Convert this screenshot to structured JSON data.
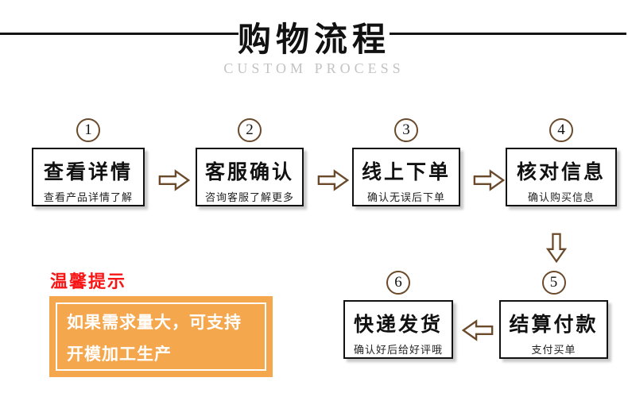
{
  "header": {
    "title": "购物流程",
    "subtitle": "CUSTOM PROCESS"
  },
  "steps": [
    {
      "num": "1",
      "title": "查看详情",
      "desc": "查看产品详情了解"
    },
    {
      "num": "2",
      "title": "客服确认",
      "desc": "咨询客服了解更多"
    },
    {
      "num": "3",
      "title": "线上下单",
      "desc": "确认无误后下单"
    },
    {
      "num": "4",
      "title": "核对信息",
      "desc": "确认购买信息"
    },
    {
      "num": "5",
      "title": "结算付款",
      "desc": "支付买单"
    },
    {
      "num": "6",
      "title": "快递发货",
      "desc": "确认好后给好评哦"
    }
  ],
  "flow": {
    "arrows": [
      "right",
      "right",
      "right",
      "down",
      "left"
    ]
  },
  "tips": {
    "label": "温馨提示",
    "text": "如果需求量大，可支持开模加工生产"
  },
  "colors": {
    "accent_brown": "#6b4a2b",
    "box_border": "#111111",
    "tip_red": "#f71515",
    "tip_orange": "#f5a74e",
    "subtitle_gray": "#c3c3c3"
  }
}
